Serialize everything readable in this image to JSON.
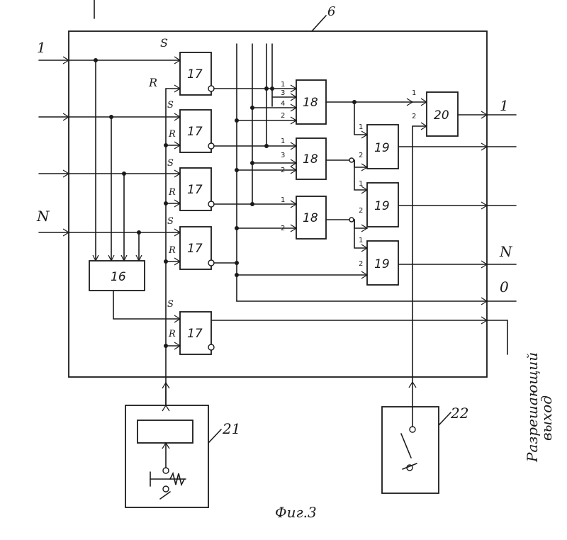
{
  "labels": {
    "block_main": "6",
    "input_first": "1",
    "input_last": "N",
    "set": "S",
    "reset": "R",
    "trigger": "17",
    "decoder": "16",
    "gate18": "18",
    "gate19": "19",
    "gate20": "20",
    "block21": "21",
    "block22": "22",
    "out_first": "1",
    "out_n": "N",
    "out_zero": "0",
    "enable_line1": "Разрешающий",
    "enable_line2": "выход",
    "caption": "Фиг.3",
    "pins": {
      "p1": "1",
      "p2": "2",
      "p3": "3",
      "p4": "4"
    }
  }
}
